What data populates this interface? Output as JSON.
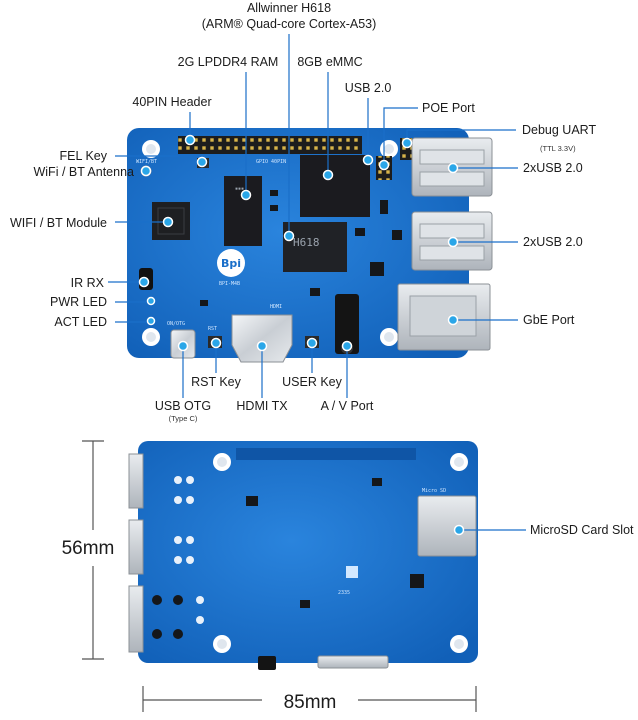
{
  "colors": {
    "pcb": "#1a6fc9",
    "pcb_dark": "#0f55a6",
    "leader": "#1a6fc9",
    "dot": "#2aa6e8",
    "text": "#1c1c1c"
  },
  "labels": {
    "soc_line1": "Allwinner H618",
    "soc_line2": "(ARM® Quad-core Cortex-A53)",
    "ram": "2G LPDDR4 RAM",
    "emmc": "8GB eMMC",
    "usb20_top": "USB 2.0",
    "poe": "POE Port",
    "header40": "40PIN Header",
    "debug_uart": "Debug UART",
    "ttl": "(TTL 3.3V)",
    "fel_key": "FEL Key",
    "wifi_ant": "WiFi / BT Antenna",
    "usb2x_1": "2xUSB 2.0",
    "wifi_module": "WIFI / BT Module",
    "usb2x_2": "2xUSB 2.0",
    "ir_rx": "IR RX",
    "pwr_led": "PWR LED",
    "gbe": "GbE Port",
    "act_led": "ACT LED",
    "rst_key": "RST Key",
    "user_key": "USER Key",
    "usb_otg": "USB OTG",
    "type_c": "(Type C)",
    "hdmi_tx": "HDMI TX",
    "av_port": "A / V Port",
    "microsd": "MicroSD Card Slot"
  },
  "dimensions": {
    "height": "56mm",
    "width": "85mm"
  },
  "board_marks": {
    "soc_chip": "H618",
    "logo": "Bpi",
    "sd_label": "Micro SD",
    "back_code": "2335",
    "wifi_silk": "WIFI/BT",
    "gpio_silk": "GPIO 40PIN",
    "hdmi_silk": "HDMI",
    "otg_silk": "ON/OTG",
    "rst_silk": "RST",
    "board_silk": "BPI-M4B"
  }
}
